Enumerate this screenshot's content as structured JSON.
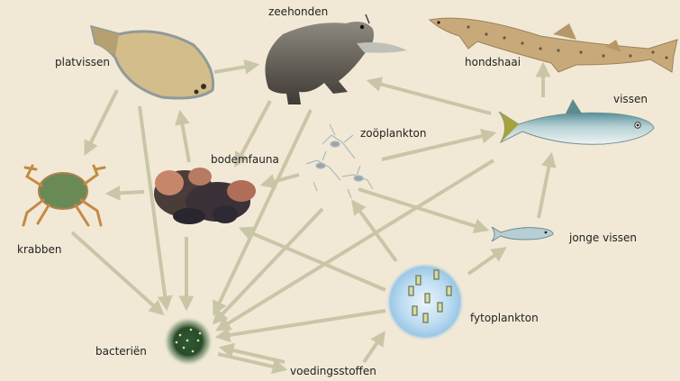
{
  "colors": {
    "background": "#f1e9d6",
    "arrow": "#c9c6a8"
  },
  "organisms": [
    {
      "id": "zeehonden",
      "label": "zeehonden",
      "icon": "seal-icon"
    },
    {
      "id": "hondshaai",
      "label": "hondshaai",
      "icon": "shark-icon"
    },
    {
      "id": "platvissen",
      "label": "platvissen",
      "icon": "flatfish-icon"
    },
    {
      "id": "vissen",
      "label": "vissen",
      "icon": "fish-icon"
    },
    {
      "id": "zooplankton",
      "label": "zoöplankton",
      "icon": "zooplankton-icon"
    },
    {
      "id": "bodemfauna",
      "label": "bodemfauna",
      "icon": "mussels-icon"
    },
    {
      "id": "krabben",
      "label": "krabben",
      "icon": "crab-icon"
    },
    {
      "id": "jonge_vissen",
      "label": "jonge vissen",
      "icon": "small-fish-icon"
    },
    {
      "id": "fytoplankton",
      "label": "fytoplankton",
      "icon": "phytoplankton-icon"
    },
    {
      "id": "bacterien",
      "label": "bacteriën",
      "icon": "bacteria-icon"
    },
    {
      "id": "voedingsstoffen",
      "label": "voedingsstoffen",
      "icon": ""
    }
  ],
  "links": [
    [
      "platvissen",
      "zeehonden"
    ],
    [
      "platvissen",
      "krabben"
    ],
    [
      "platvissen",
      "bacterien"
    ],
    [
      "bodemfauna",
      "platvissen"
    ],
    [
      "bodemfauna",
      "krabben"
    ],
    [
      "bodemfauna",
      "bacterien"
    ],
    [
      "zeehonden",
      "bodemfauna"
    ],
    [
      "zeehonden",
      "bacterien"
    ],
    [
      "vissen",
      "zeehonden"
    ],
    [
      "vissen",
      "hondshaai"
    ],
    [
      "vissen",
      "bacterien"
    ],
    [
      "zooplankton",
      "vissen"
    ],
    [
      "zooplankton",
      "bodemfauna"
    ],
    [
      "zooplankton",
      "jonge_vissen"
    ],
    [
      "zooplankton",
      "bacterien"
    ],
    [
      "jonge_vissen",
      "vissen"
    ],
    [
      "fytoplankton",
      "zooplankton"
    ],
    [
      "fytoplankton",
      "jonge_vissen"
    ],
    [
      "fytoplankton",
      "bodemfauna"
    ],
    [
      "fytoplankton",
      "bacterien"
    ],
    [
      "krabben",
      "bacterien"
    ],
    [
      "bacterien",
      "voedingsstoffen"
    ],
    [
      "voedingsstoffen",
      "bacterien"
    ],
    [
      "voedingsstoffen",
      "fytoplankton"
    ]
  ]
}
